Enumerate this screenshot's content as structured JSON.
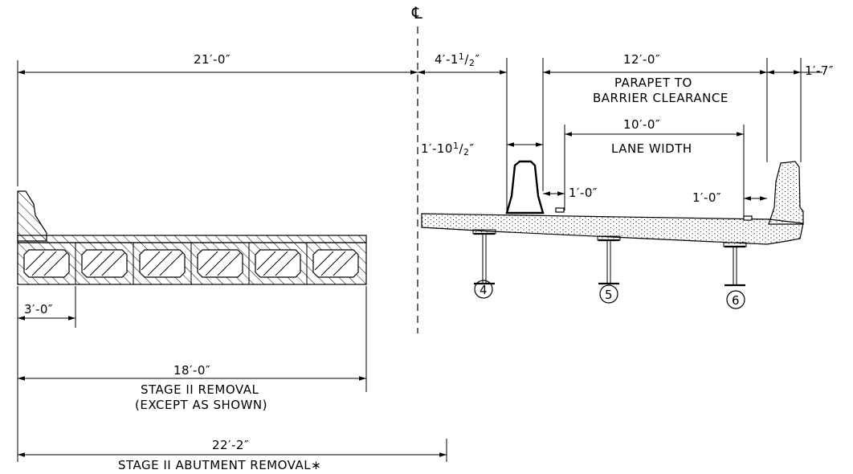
{
  "centerline_symbol": "℄",
  "dimensions": {
    "left_width": "21′-0″",
    "cl_to_parapet": "4′-1",
    "cl_to_parapet_frac": "1",
    "cl_to_parapet_den": "2",
    "parapet_to_barrier": "12′-0″",
    "parapet_to_barrier_label_1": "PARAPET TO",
    "parapet_to_barrier_label_2": "BARRIER CLEARANCE",
    "barrier_overhang": "1′-7″",
    "parapet_width": "1′-10",
    "parapet_width_frac": "1",
    "parapet_width_den": "2",
    "lane_width": "10′-0″",
    "lane_width_label": "LANE WIDTH",
    "offset_left": "1′-0″",
    "offset_right": "1′-0″",
    "box_beam_width": "3′-0″",
    "stage2_removal": "18′-0″",
    "stage2_removal_label_1": "STAGE II REMOVAL",
    "stage2_removal_label_2": "(EXCEPT AS SHOWN)",
    "abutment_removal": "22′-2″",
    "abutment_removal_label": "STAGE II ABUTMENT REMOVAL∗"
  },
  "girders": [
    "4",
    "5",
    "6"
  ]
}
